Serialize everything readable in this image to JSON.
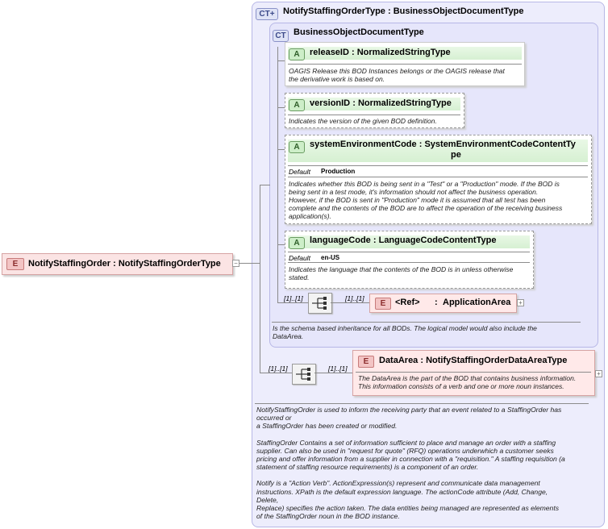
{
  "root_element": {
    "badge": "E",
    "name": "NotifyStaffingOrder",
    "type": "NotifyStaffingOrderType"
  },
  "complex_type": {
    "badge": "CT+",
    "name": "NotifyStaffingOrderType",
    "base_type": "BusinessObjectDocumentType",
    "description": [
      "NotifyStaffingOrder is used to inform the receiving party that an event related to a StaffingOrder has",
      "occurred or",
      "a StaffingOrder has been created or modified.",
      "",
      "StaffingOrder  Contains a set of information sufficient to place and manage an order with a staffing",
      "supplier. Can also be used in \"request for quote\" (RFQ) operations underwhich a customer seeks",
      "pricing and offer information from a supplier in connection with a \"requisition.\"  A staffing requisition (a",
      "statement of staffing resource requirements) is a component of an order.",
      "",
      "Notify is a \"Action Verb\". ActionExpression(s) represent and communicate data management",
      "instructions. XPath is the default expression language. The actionCode attribute (Add, Change,",
      "Delete,",
      "Replace) specifies the action taken. The data entities being managed are represented as elements",
      "of the StaffingOrder noun in the BOD instance."
    ]
  },
  "base_type": {
    "badge": "CT",
    "name": "BusinessObjectDocumentType",
    "description": [
      "Is the schema based inheritance for all BODs. The logical model would also include the",
      "DataArea."
    ]
  },
  "attributes": [
    {
      "badge": "A",
      "name": "releaseID",
      "type": "NormalizedStringType",
      "description": [
        "OAGIS Release this BOD Instances belongs or the OAGIS release that",
        "the derivative work is based on."
      ]
    },
    {
      "badge": "A",
      "name": "versionID",
      "type": "NormalizedStringType",
      "description": [
        "Indicates the version of the given BOD definition."
      ]
    },
    {
      "badge": "A",
      "name": "systemEnvironmentCode",
      "type_line1": "SystemEnvironmentCodeContentTy",
      "type_line2": "pe",
      "default_label": "Default",
      "default_value": "Production",
      "description": [
        "Indicates whether this BOD is being sent in a \"Test\" or a \"Production\" mode. If the BOD is",
        "being sent in a test mode, it's information should not affect the business operation.",
        "However, if the BOD is sent in \"Production\" mode it is assumed that all test has been",
        "complete and the contents of the BOD are to affect the operation of the receiving business",
        "application(s)."
      ]
    },
    {
      "badge": "A",
      "name": "languageCode",
      "type": "LanguageCodeContentType",
      "default_label": "Default",
      "default_value": "en-US",
      "description": [
        "Indicates the language that the contents of the BOD is in unless otherwise",
        "stated."
      ]
    }
  ],
  "application_area": {
    "badge": "E",
    "name": "<Ref>",
    "type": "ApplicationArea",
    "seq_cardinality": "[1]..[1]",
    "el_cardinality": "[1]..[1]"
  },
  "data_area": {
    "badge": "E",
    "name": "DataArea",
    "type": "NotifyStaffingOrderDataAreaType",
    "seq_cardinality": "[1]..[1]",
    "el_cardinality": "[1]..[1]",
    "description": [
      "The DataArea is the part of the BOD that contains business information.",
      "This information consists of a verb and one or more noun instances."
    ]
  },
  "separator": ":",
  "expand_symbol": "+",
  "collapse_symbol": "−"
}
